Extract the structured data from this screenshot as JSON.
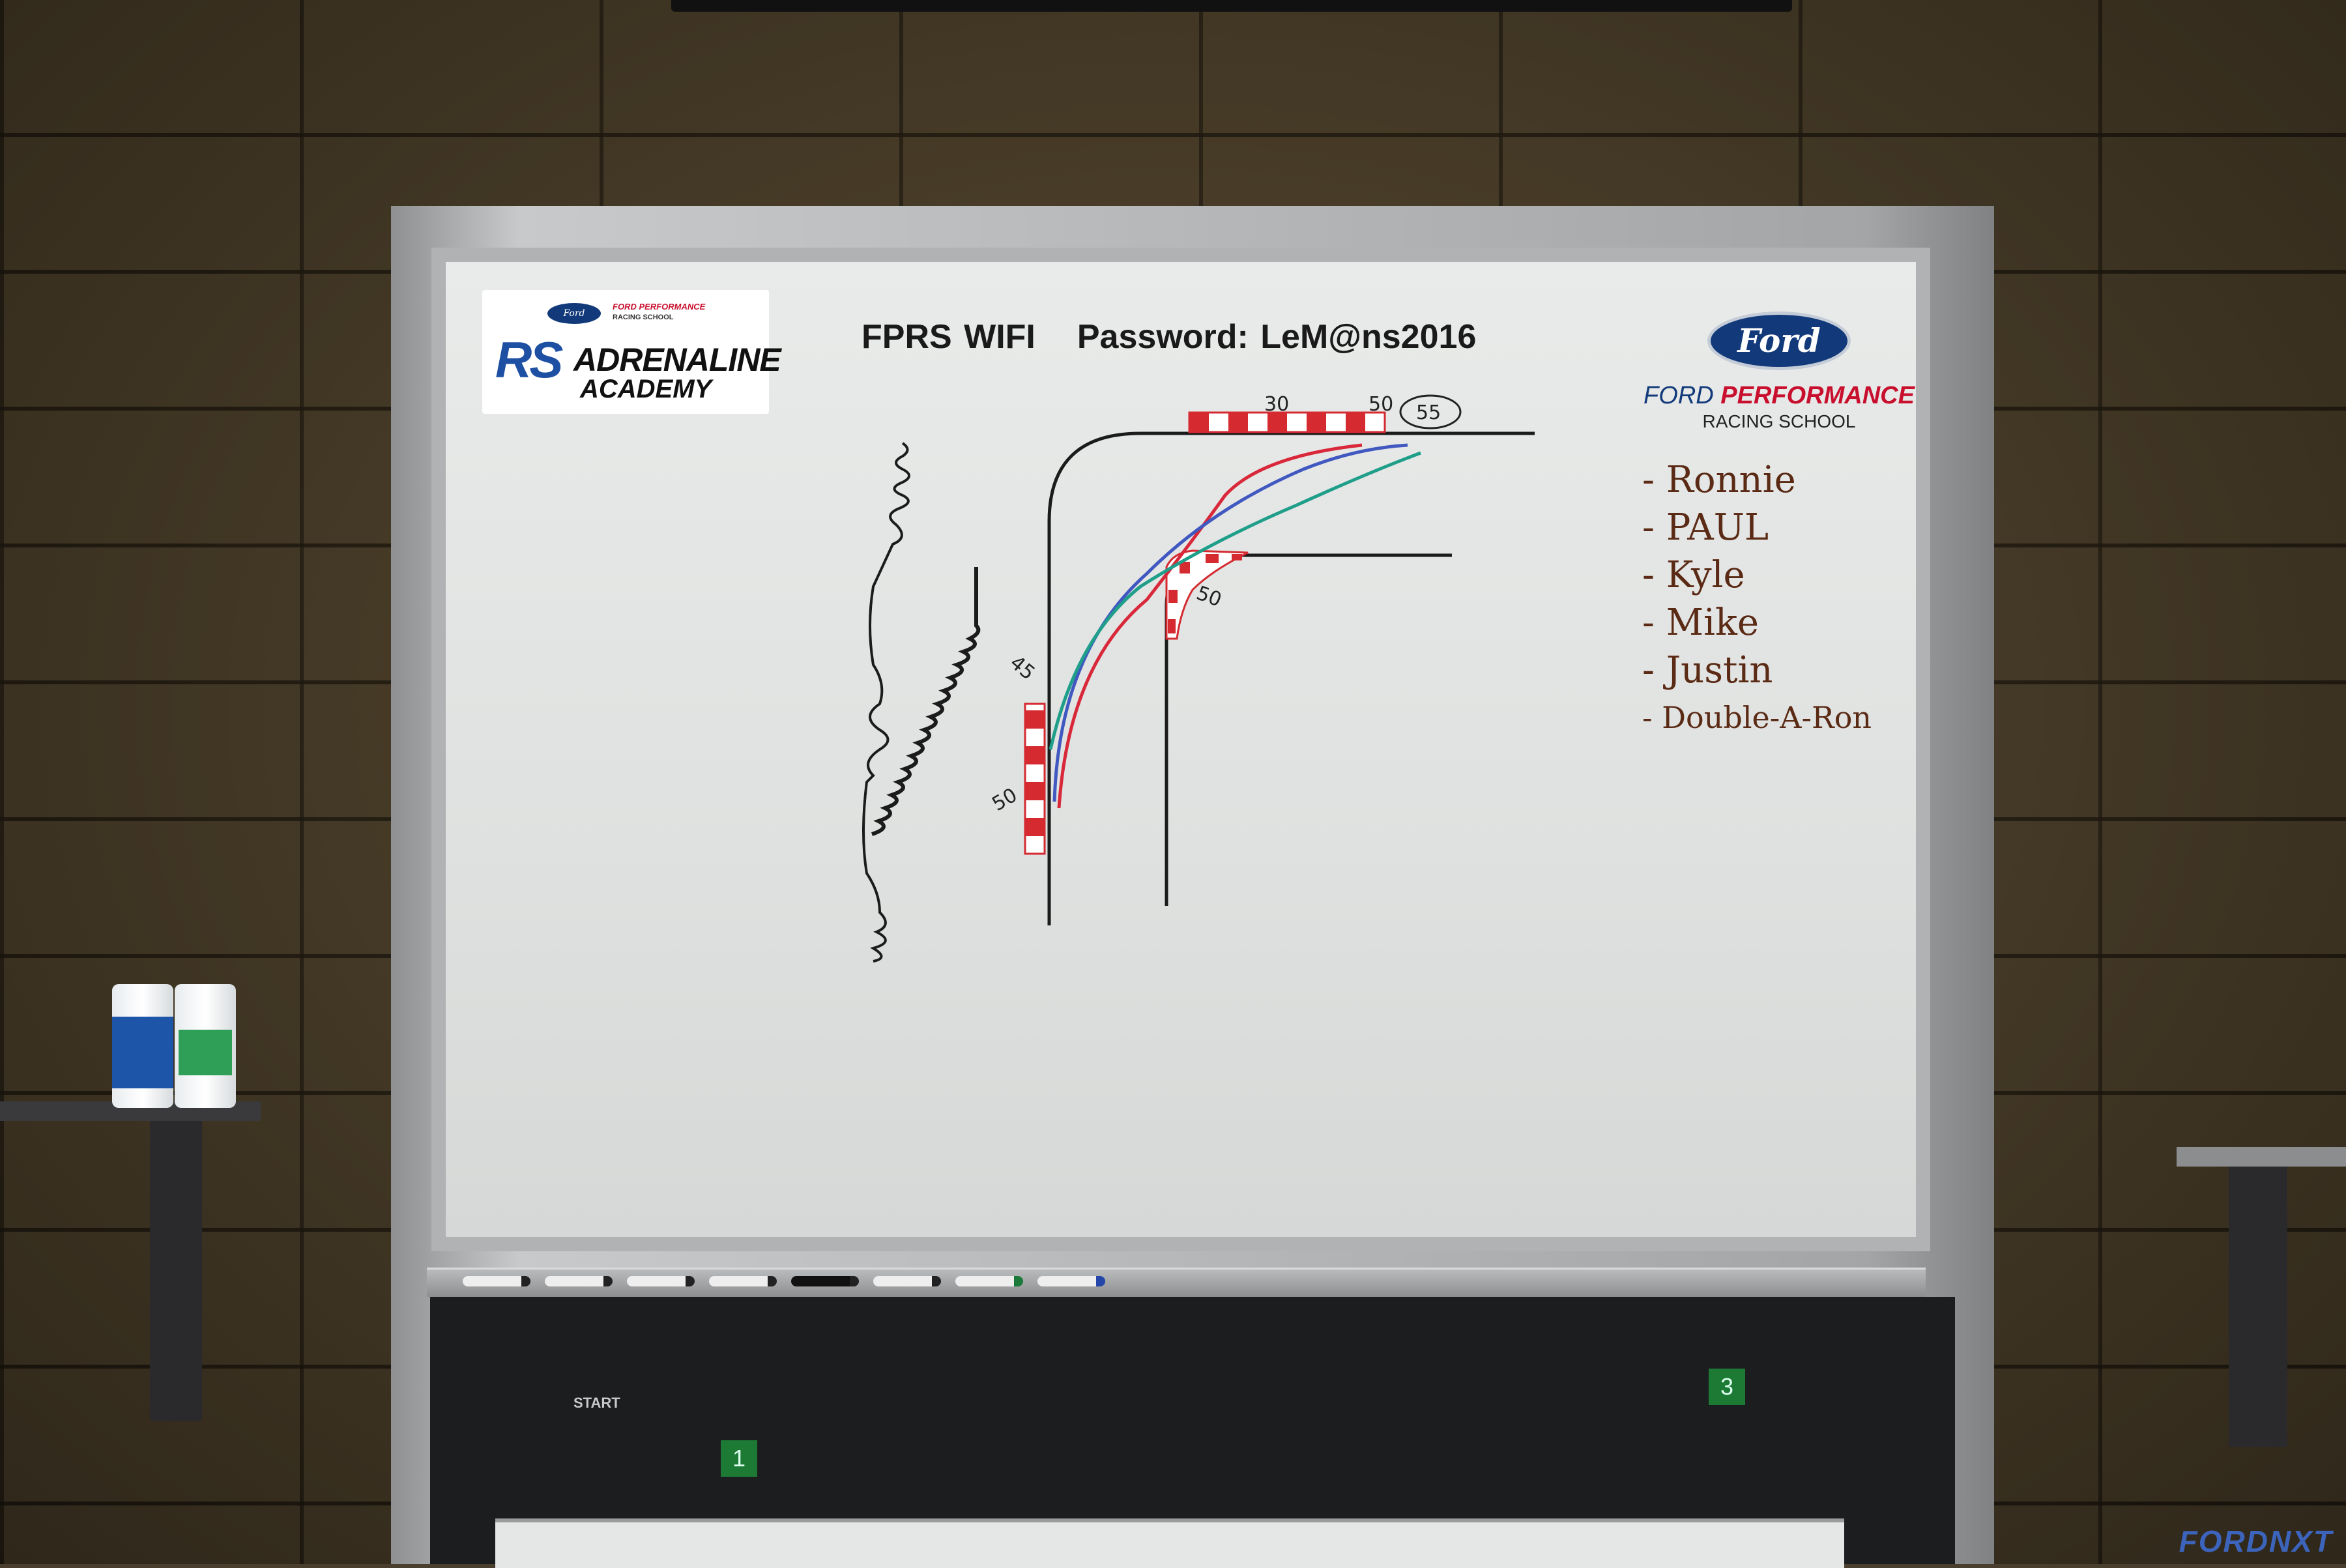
{
  "header": {
    "wifi_title": "FPRS WIFI",
    "password_text": "Password: LeM@ns2016"
  },
  "logo_left": {
    "ford": "Ford",
    "brand": "FORD PERFORMANCE",
    "school": "RACING SCHOOL",
    "rs": "RS",
    "adrenaline": "ADRENALINE",
    "academy": "ACADEMY"
  },
  "logo_right": {
    "ford": "Ford",
    "ford_word": "FORD",
    "performance": "PERFORMANCE",
    "school": "RACING SCHOOL"
  },
  "names": [
    "- Ronnie",
    "- PAUL",
    "- Kyle",
    "- Mike",
    "- Justin",
    "- Double-A-Ron"
  ],
  "speed_labels": {
    "top_30": "30",
    "top_50": "50",
    "top_55": "55",
    "corner_50": "50",
    "left_45": "45",
    "left_50": "50"
  },
  "racing_lines": {
    "red": "#d8283a",
    "blue": "#4058c0",
    "green": "#1f9e8a"
  },
  "floor_sign": {
    "start": "START",
    "badge_1": "1",
    "badge_3": "3"
  },
  "watermark": "FORDNXT"
}
